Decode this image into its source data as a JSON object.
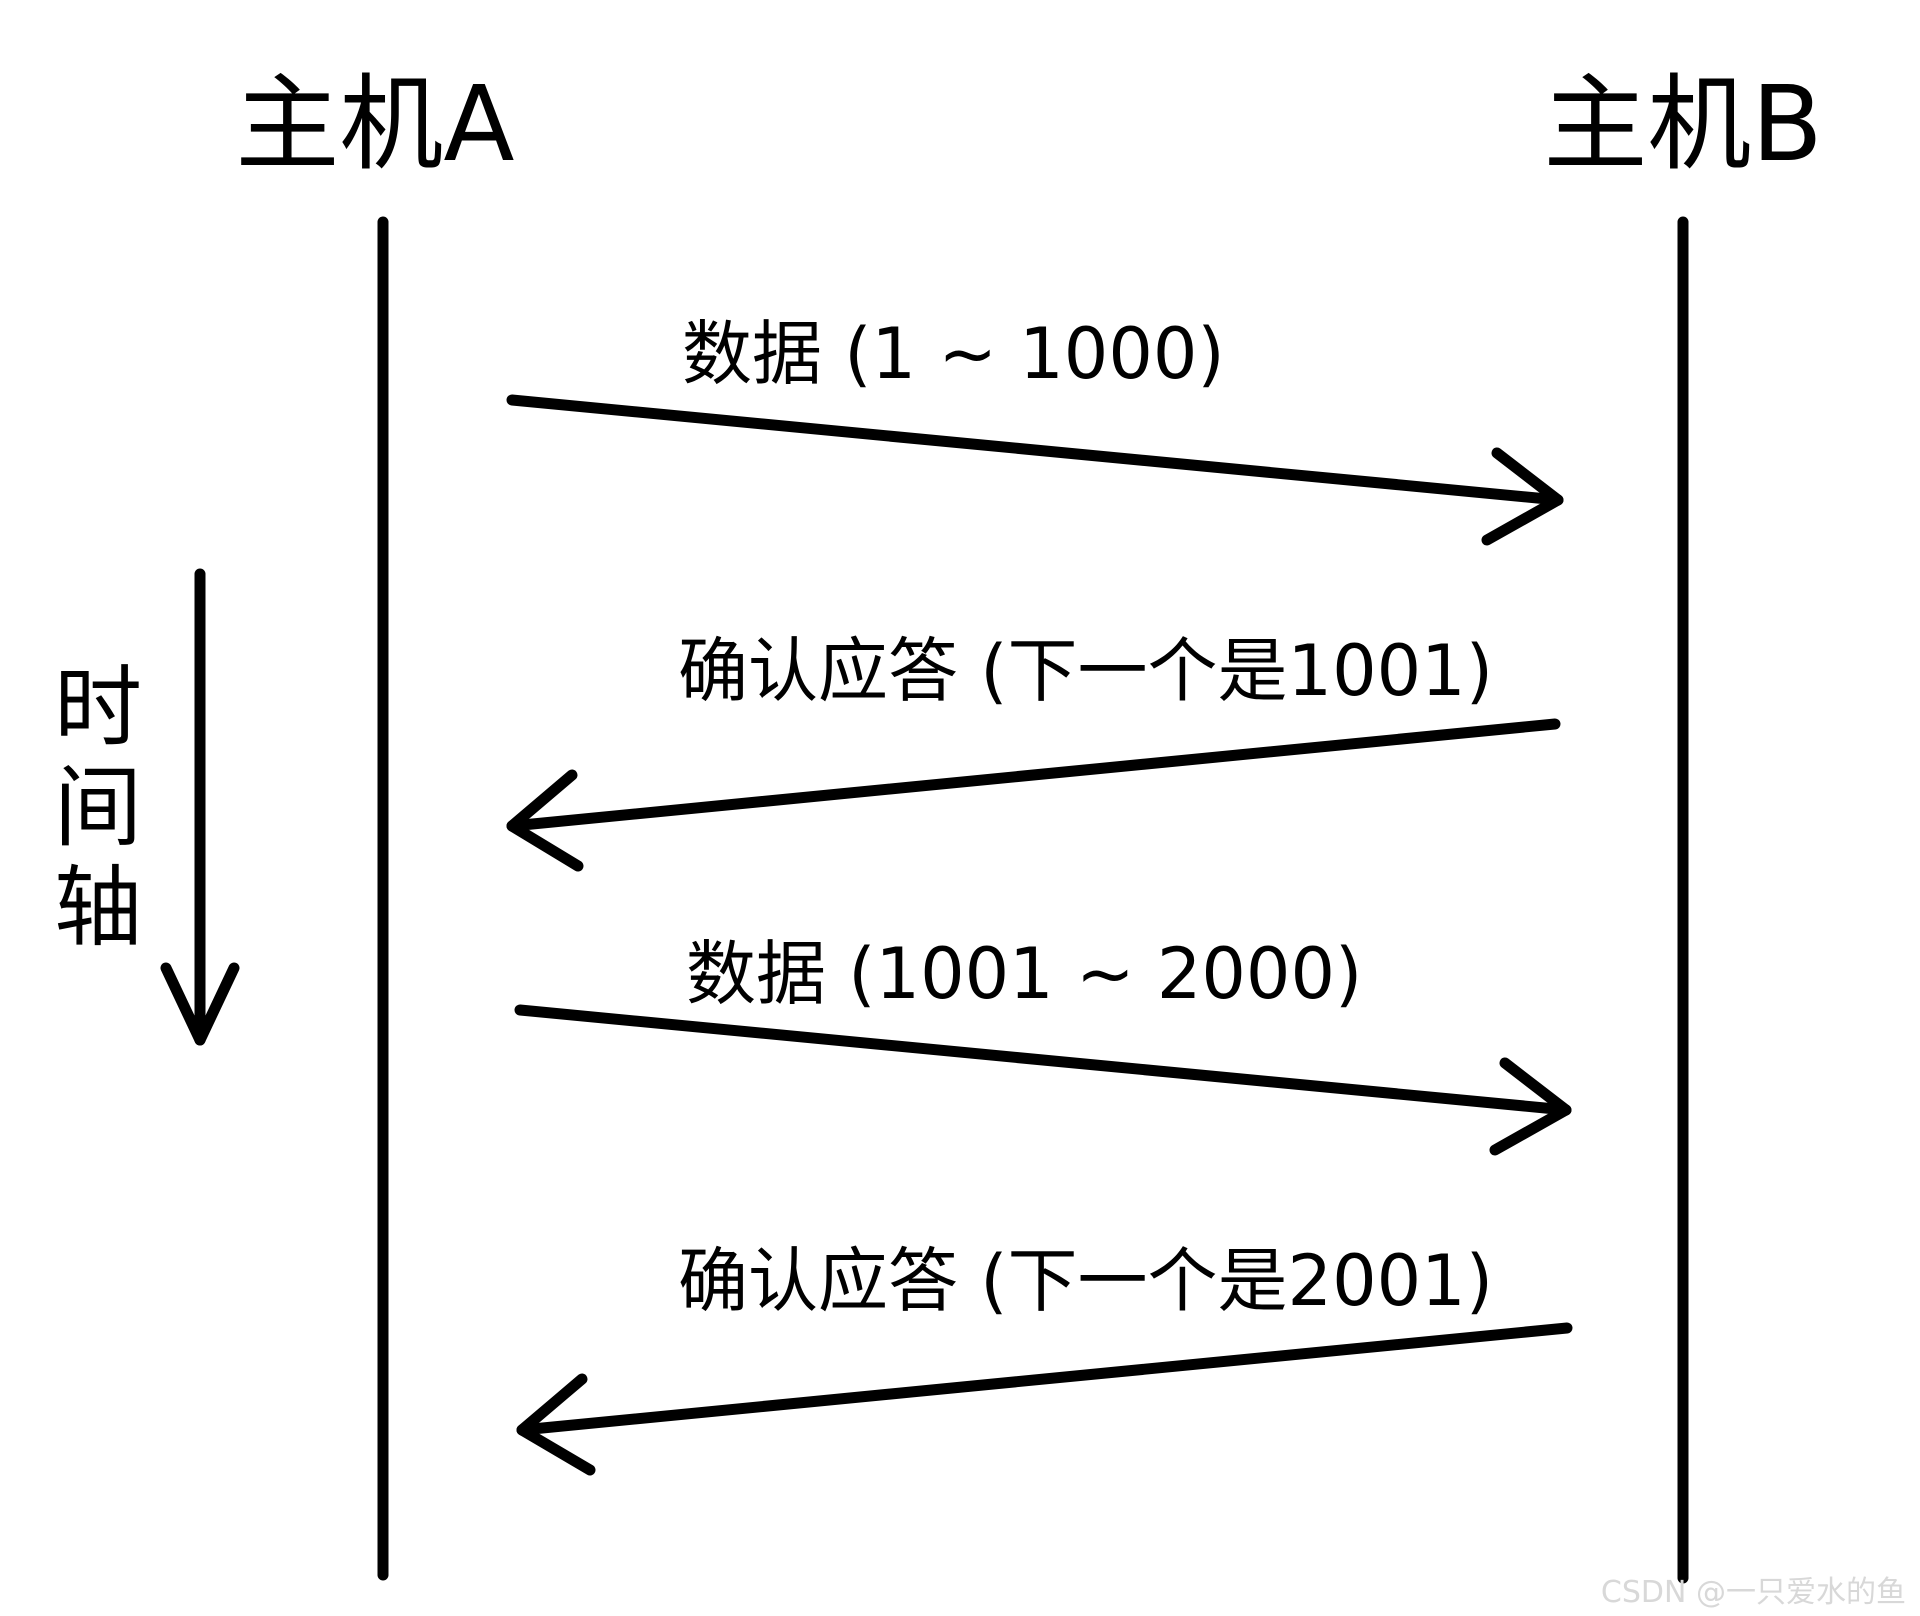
{
  "hosts": {
    "a": {
      "label": "主机A"
    },
    "b": {
      "label": "主机B"
    }
  },
  "time_axis": {
    "chars": [
      "时",
      "间",
      "轴"
    ]
  },
  "messages": [
    {
      "label": "数据 (1 ~ 1000)",
      "direction": "A-to-B"
    },
    {
      "label": "确认应答 (下一个是1001)",
      "direction": "B-to-A"
    },
    {
      "label": "数据 (1001 ~ 2000)",
      "direction": "A-to-B"
    },
    {
      "label": "确认应答 (下一个是2001)",
      "direction": "B-to-A"
    }
  ],
  "watermark": "CSDN @一只爱水的鱼",
  "colors": {
    "ink": "#000000",
    "background": "#ffffff",
    "watermark": "#d8d8d8"
  }
}
